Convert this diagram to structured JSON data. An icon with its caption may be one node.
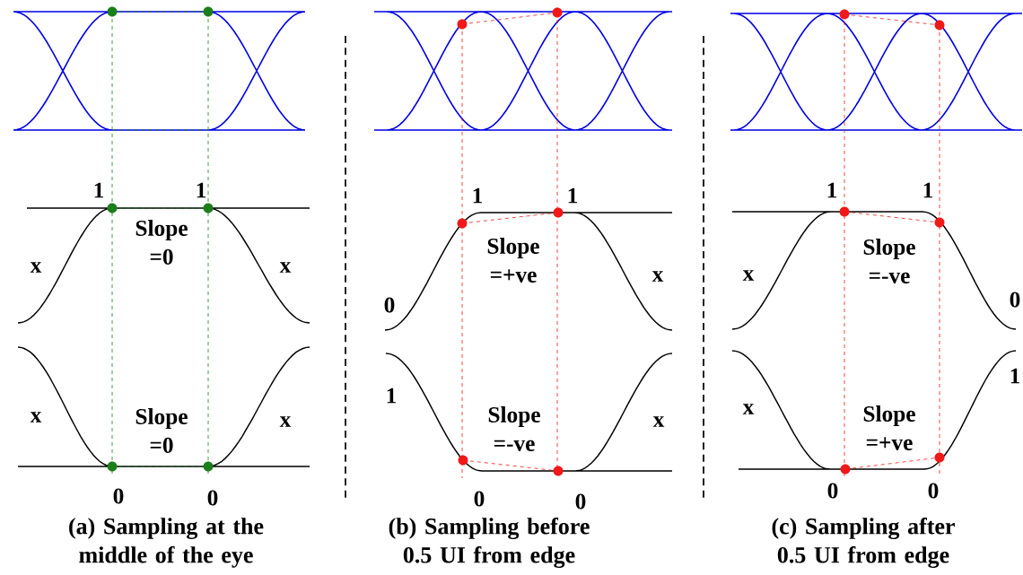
{
  "diagram": {
    "labels": [
      "1",
      "1",
      "Slope =0",
      "x",
      "x",
      "x",
      "Slope =0",
      "x",
      "0",
      "0",
      "(a) Sampling at the middle of the eye",
      "1",
      "1",
      "Slope =+ve",
      "0",
      "x",
      "1",
      "Slope =-ve",
      "x",
      "0",
      "0",
      "(b) Sampling before 0.5 UI from edge",
      "1",
      "1",
      "Slope =-ve",
      "x",
      "0",
      "x",
      "1",
      "Slope =+ve",
      "0",
      "0",
      "(c) Sampling after 0.5 UI from edge"
    ]
  }
}
